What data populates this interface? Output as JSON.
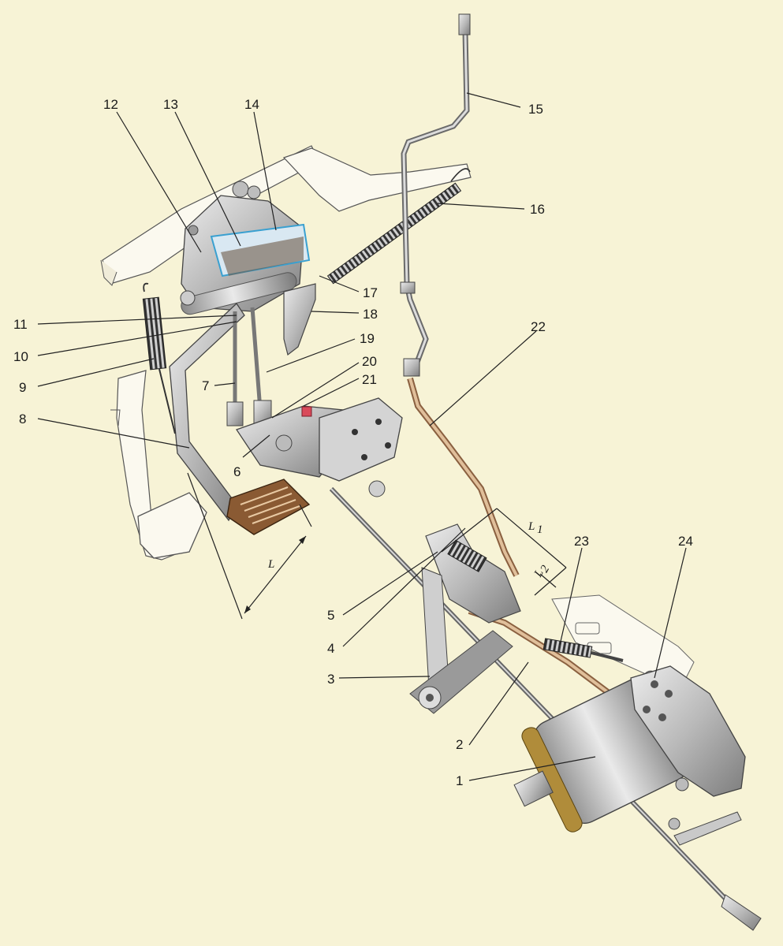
{
  "figure": {
    "background": "#f7f3d6",
    "part_labels": [
      "1",
      "2",
      "3",
      "4",
      "5",
      "6",
      "7",
      "8",
      "9",
      "10",
      "11",
      "12",
      "13",
      "14",
      "15",
      "16",
      "17",
      "18",
      "19",
      "20",
      "21",
      "22",
      "23",
      "24"
    ],
    "dimension_labels": {
      "L": "L",
      "L1": "L",
      "L1_sub": "1",
      "L2": "L",
      "L2_sub": "2"
    }
  }
}
